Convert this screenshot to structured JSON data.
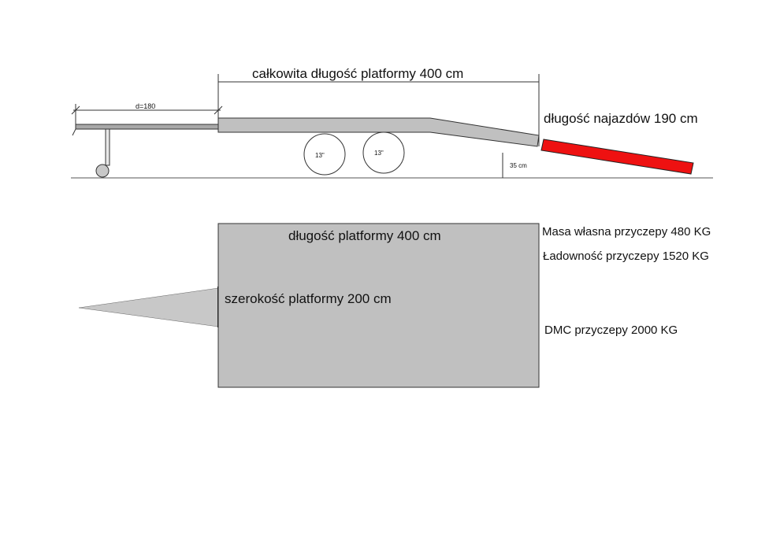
{
  "side_view": {
    "total_length_label": "całkowita długość platformy 400 cm",
    "drawbar_label": "d=180",
    "ramp_label": "długość najazdów 190 cm",
    "wheel_1_label": "13\"",
    "wheel_2_label": "13\"",
    "height_label": "35 cm"
  },
  "top_view": {
    "length_label": "długość platformy 400 cm",
    "width_label": "szerokość platformy 200 cm"
  },
  "specs": {
    "own_mass": "Masa własna przyczepy 480 KG",
    "payload": "Ładowność przyczepy 1520 KG",
    "gvw": "DMC przyczepy 2000 KG"
  },
  "colors": {
    "platform_fill": "#c0c0c0",
    "ramp_fill": "#ee1111",
    "line": "#333333"
  }
}
